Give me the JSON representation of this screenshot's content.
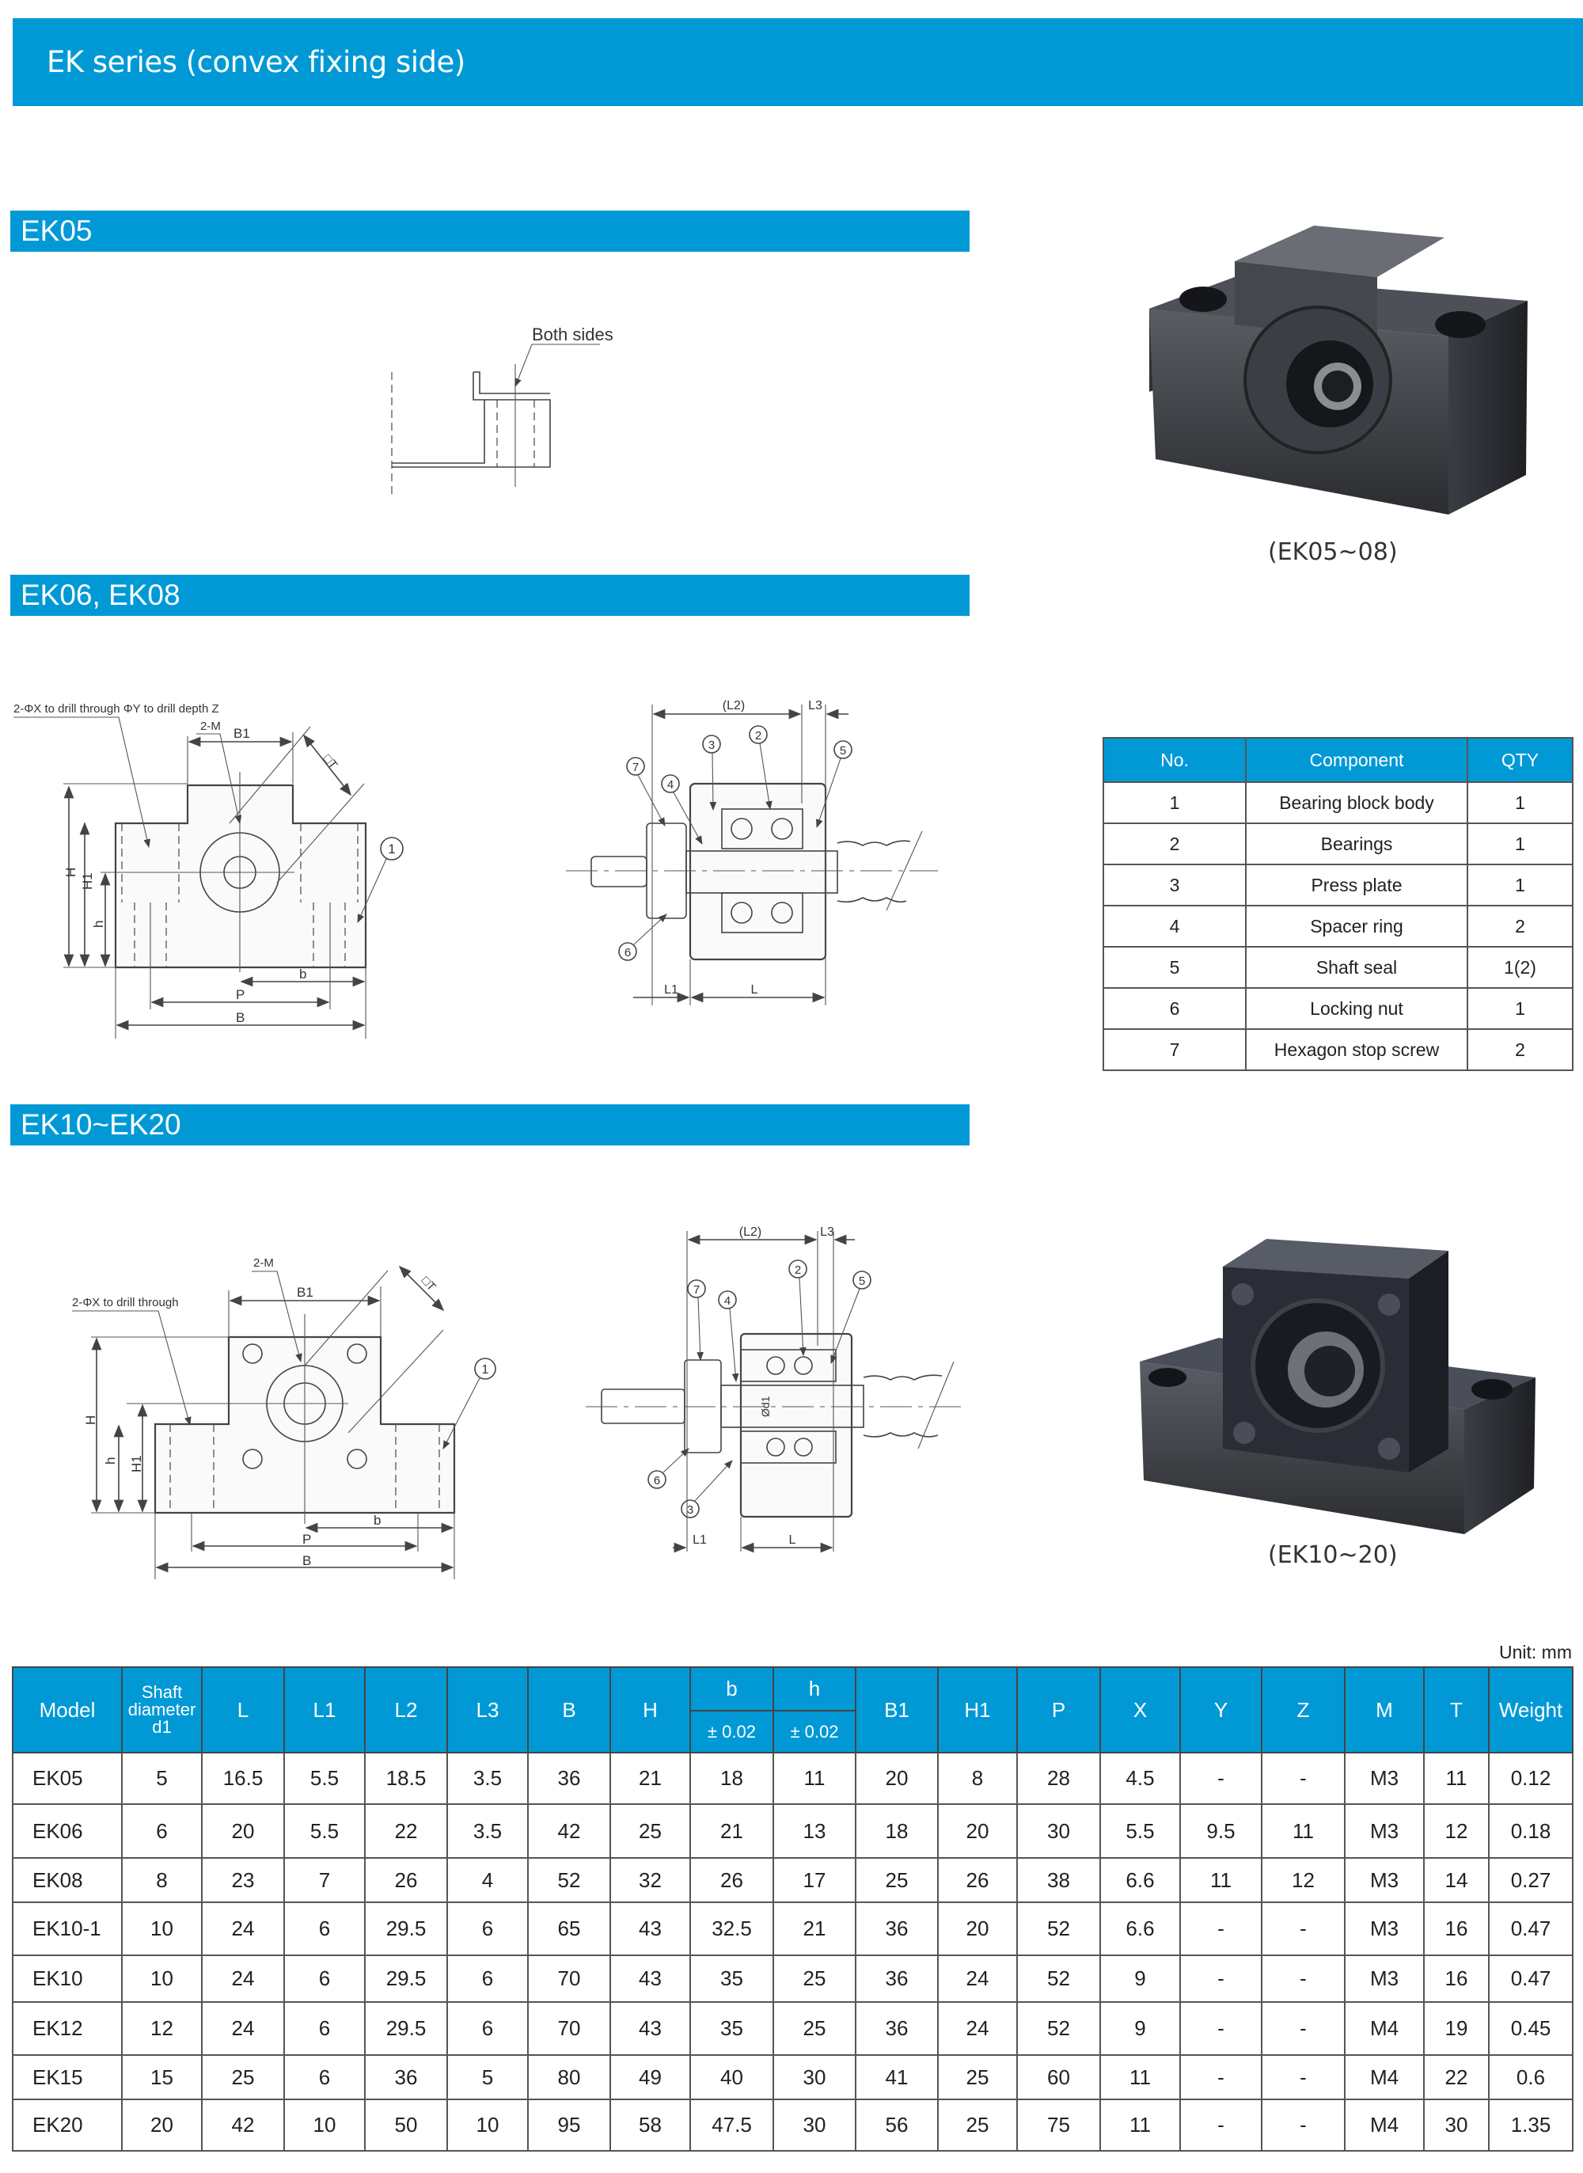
{
  "title": "EK series (convex fixing side)",
  "sections": {
    "ek05": "EK05",
    "ek06": "EK06, EK08",
    "ek10": "EK10~EK20"
  },
  "ek05_drawing": {
    "note": "Both sides"
  },
  "ek06_front": {
    "hole_note": "2-ΦX to drill through ΦY to drill depth Z",
    "m": "2-M",
    "b1": "B1",
    "t": "□T",
    "h_big": "H",
    "h1": "H1",
    "h": "h",
    "b": "b",
    "p": "P",
    "bw": "B",
    "balloon1": "1"
  },
  "ek06_section": {
    "l2": "(L2)",
    "l3": "L3",
    "l1": "L1",
    "l": "L",
    "balloons": [
      "7",
      "4",
      "3",
      "2",
      "5",
      "6"
    ]
  },
  "ek10_front": {
    "hole_note": "2-ΦX to drill through",
    "m": "2-M",
    "b1": "B1",
    "t": "□T",
    "h_big": "H",
    "h1": "H1",
    "h": "h",
    "b": "b",
    "p": "P",
    "bw": "B",
    "balloon1": "1"
  },
  "ek10_section": {
    "l2": "(L2)",
    "l3": "L3",
    "l1": "L1",
    "l": "L",
    "d1": "Ød1",
    "balloons": [
      "7",
      "4",
      "2",
      "5",
      "6",
      "3"
    ]
  },
  "photos": {
    "ek05_caption": "(EK05~08)",
    "ek10_caption": "(EK10~20)"
  },
  "components": {
    "headers": [
      "No.",
      "Component",
      "QTY"
    ],
    "rows": [
      [
        "1",
        "Bearing block body",
        "1"
      ],
      [
        "2",
        "Bearings",
        "1"
      ],
      [
        "3",
        "Press plate",
        "1"
      ],
      [
        "4",
        "Spacer ring",
        "2"
      ],
      [
        "5",
        "Shaft seal",
        "1(2)"
      ],
      [
        "6",
        "Locking nut",
        "1"
      ],
      [
        "7",
        "Hexagon stop screw",
        "2"
      ]
    ]
  },
  "spec": {
    "unit": "Unit: mm",
    "headers": {
      "model": "Model",
      "shaft1": "Shaft",
      "shaft2": "diameter",
      "shaft3": "d1",
      "L": "L",
      "L1": "L1",
      "L2": "L2",
      "L3": "L3",
      "B": "B",
      "H": "H",
      "b": "b",
      "h": "h",
      "tol_b": "± 0.02",
      "tol_h": "± 0.02",
      "B1": "B1",
      "H1": "H1",
      "P": "P",
      "X": "X",
      "Y": "Y",
      "Z": "Z",
      "M": "M",
      "T": "T",
      "weight": "Weight"
    },
    "rows": [
      [
        "EK05",
        "5",
        "16.5",
        "5.5",
        "18.5",
        "3.5",
        "36",
        "21",
        "18",
        "11",
        "20",
        "8",
        "28",
        "4.5",
        "-",
        "-",
        "M3",
        "11",
        "0.12"
      ],
      [
        "EK06",
        "6",
        "20",
        "5.5",
        "22",
        "3.5",
        "42",
        "25",
        "21",
        "13",
        "18",
        "20",
        "30",
        "5.5",
        "9.5",
        "11",
        "M3",
        "12",
        "0.18"
      ],
      [
        "EK08",
        "8",
        "23",
        "7",
        "26",
        "4",
        "52",
        "32",
        "26",
        "17",
        "25",
        "26",
        "38",
        "6.6",
        "11",
        "12",
        "M3",
        "14",
        "0.27"
      ],
      [
        "EK10-1",
        "10",
        "24",
        "6",
        "29.5",
        "6",
        "65",
        "43",
        "32.5",
        "21",
        "36",
        "20",
        "52",
        "6.6",
        "-",
        "-",
        "M3",
        "16",
        "0.47"
      ],
      [
        "EK10",
        "10",
        "24",
        "6",
        "29.5",
        "6",
        "70",
        "43",
        "35",
        "25",
        "36",
        "24",
        "52",
        "9",
        "-",
        "-",
        "M3",
        "16",
        "0.47"
      ],
      [
        "EK12",
        "12",
        "24",
        "6",
        "29.5",
        "6",
        "70",
        "43",
        "35",
        "25",
        "36",
        "24",
        "52",
        "9",
        "-",
        "-",
        "M4",
        "19",
        "0.45"
      ],
      [
        "EK15",
        "15",
        "25",
        "6",
        "36",
        "5",
        "80",
        "49",
        "40",
        "30",
        "41",
        "25",
        "60",
        "11",
        "-",
        "-",
        "M4",
        "22",
        "0.6"
      ],
      [
        "EK20",
        "20",
        "42",
        "10",
        "50",
        "10",
        "95",
        "58",
        "47.5",
        "30",
        "56",
        "25",
        "75",
        "11",
        "-",
        "-",
        "M4",
        "30",
        "1.35"
      ]
    ]
  }
}
